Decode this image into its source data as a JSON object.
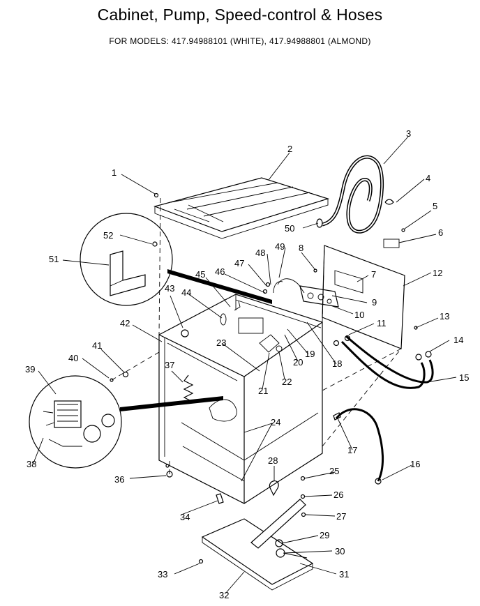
{
  "header": {
    "title": "Cabinet, Pump, Speed-control & Hoses",
    "subtitle": "FOR MODELS: 417.94988101 (WHITE), 417.94988801 (ALMOND)"
  },
  "callouts": [
    "1",
    "2",
    "3",
    "4",
    "5",
    "6",
    "7",
    "8",
    "9",
    "10",
    "11",
    "12",
    "13",
    "14",
    "15",
    "16",
    "17",
    "18",
    "19",
    "20",
    "21",
    "22",
    "23",
    "24",
    "25",
    "26",
    "27",
    "28",
    "29",
    "30",
    "31",
    "32",
    "33",
    "34",
    "36",
    "37",
    "38",
    "39",
    "40",
    "41",
    "42",
    "43",
    "44",
    "45",
    "46",
    "47",
    "48",
    "49",
    "50",
    "51",
    "52"
  ],
  "colors": {
    "ink": "#000000",
    "paper": "#ffffff"
  }
}
